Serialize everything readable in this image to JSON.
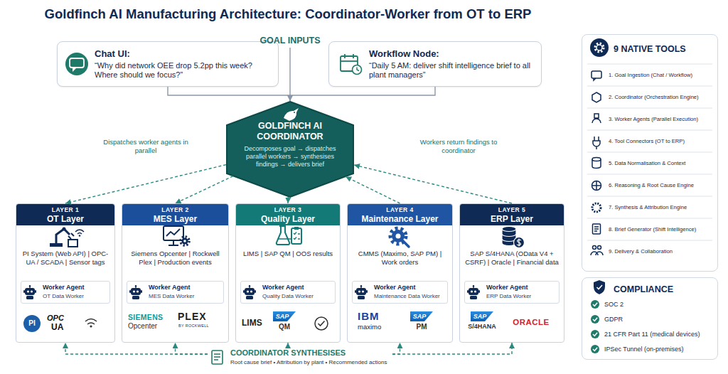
{
  "diagram": {
    "title": "Goldfinch AI Manufacturing Architecture: Coordinator-Worker from OT to ERP",
    "nodes": [
      {
        "text": [
          "Chat UI:",
          "“Why did network OEE drop 5.2pp this week? Where should we focus?”"
        ]
      },
      {
        "text": [
          "Workflow Node:",
          "“Daily 5 AM: deliver shift intelligence brief to all plant managers”"
        ]
      },
      {
        "text": [
          "GOLDFINCH AI COORDINATOR",
          "Decomposes goal → dispatches parallel workers → synthesises findings → delivers brief"
        ]
      },
      {
        "text": [
          "LAYER 1",
          "OT Layer",
          "PI System (Web API) | OPC-UA / SCADA | Sensor tags"
        ]
      },
      {
        "text": [
          "Worker Agent",
          "OT Data Worker"
        ],
        "in": 3
      },
      {
        "text": [
          "LAYER 2",
          "MES Layer",
          "Siemens Opcenter | Rockwell Plex | Production events"
        ]
      },
      {
        "text": [
          "Worker Agent",
          "MES Data Worker"
        ],
        "in": 5
      },
      {
        "text": [
          "LAYER 3",
          "Quality Layer",
          "LIMS | SAP QM | OOS results"
        ]
      },
      {
        "text": [
          "Worker Agent",
          "Quality Data Worker"
        ],
        "in": 7
      },
      {
        "text": [
          "LAYER 4",
          "Maintenance Layer",
          "CMMS (Maximo, SAP PM) | Work orders"
        ]
      },
      {
        "text": [
          "Worker Agent",
          "Maintenance Data Worker"
        ],
        "in": 9
      },
      {
        "text": [
          "LAYER 5",
          "ERP Layer",
          "SAP S/4HANA (OData V4 + CSRF) | Oracle | Financial data"
        ]
      },
      {
        "text": [
          "Worker Agent",
          "ERP Data Worker"
        ],
        "in": 11
      },
      {
        "text": [
          "COORDINATOR SYNTHESISES",
          "Root cause brief • Attribution by plant • Recommended actions"
        ]
      },
      {
        "text": [
          "9 NATIVE TOOLS"
        ]
      },
      {
        "text": [
          "COMPLIANCE"
        ]
      }
    ],
    "edges": [
      {
        "from": 0,
        "to": 2,
        "arrow": "to"
      },
      {
        "from": 1,
        "to": 2,
        "arrow": "to"
      },
      {
        "from": 2,
        "to": 3,
        "arrow": "to"
      },
      {
        "from": 2,
        "to": 5,
        "arrow": "to"
      },
      {
        "from": 2,
        "to": 7,
        "arrow": "to"
      },
      {
        "from": 9,
        "to": 2,
        "arrow": "to"
      },
      {
        "from": 11,
        "to": 2,
        "arrow": "to"
      },
      {
        "from": 13,
        "to": 3,
        "arrow": "to"
      },
      {
        "from": 13,
        "to": 5,
        "arrow": "to"
      },
      {
        "from": 13,
        "to": 7,
        "arrow": "to"
      },
      {
        "from": 13,
        "to": 9,
        "arrow": "to"
      },
      {
        "from": 13,
        "to": 11,
        "arrow": "to"
      }
    ],
    "labels": [
      "GOAL INPUTS",
      "Dispatches worker agents in parallel",
      "Workers return findings to coordinator",
      "PI",
      "OPC",
      "UA",
      "SIEMENS",
      "Opcenter",
      "PLEX",
      "BY ROCKWELL",
      "LIMS",
      "SAP",
      "QM",
      "IBM",
      "maximo",
      "SAP",
      "PM",
      "SAP",
      "S/4HANA",
      "ORACLE",
      "1. Goal Ingestion (Chat / Workflow)",
      "2. Coordinator (Orchestration Engine)",
      "3. Worker Agents (Parallel Execution)",
      "4. Tool Connectors (OT to ERP)",
      "5. Data Normalisation & Context",
      "6. Reasoning & Root Cause Engine",
      "7. Synthesis & Attribution Engine",
      "8. Brief Generator (Shift Intelligence)",
      "9. Delivery & Collaboration",
      "SOC 2",
      "GDPR",
      "21 CFR Part 11 (medical devices)",
      "IPSec Tunnel (on-premises)"
    ]
  }
}
